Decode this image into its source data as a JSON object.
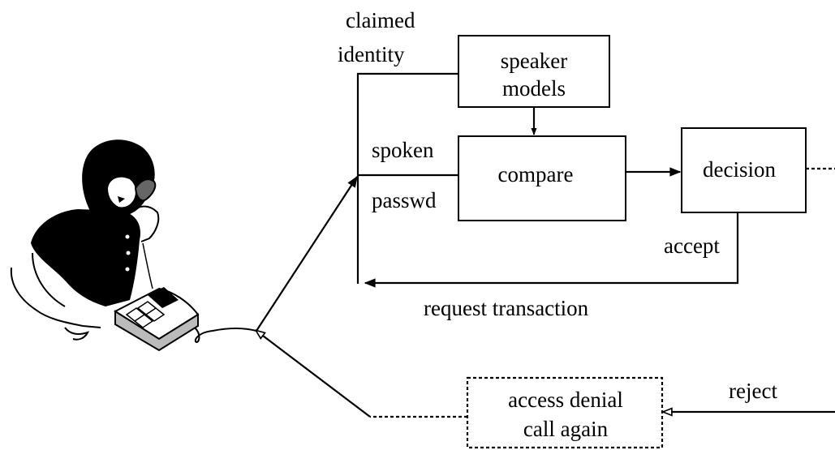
{
  "diagram": {
    "labels": {
      "claimed": "claimed",
      "identity": "identity",
      "speaker": "speaker",
      "models": "models",
      "spoken": "spoken",
      "passwd": "passwd",
      "compare": "compare",
      "decision": "decision",
      "accept": "accept",
      "request_transaction": "request transaction",
      "reject": "reject",
      "access_denial": "access denial",
      "call_again": "call again"
    },
    "icons": {
      "caller": "person-on-telephone-icon",
      "phone": "desk-telephone-icon"
    }
  }
}
